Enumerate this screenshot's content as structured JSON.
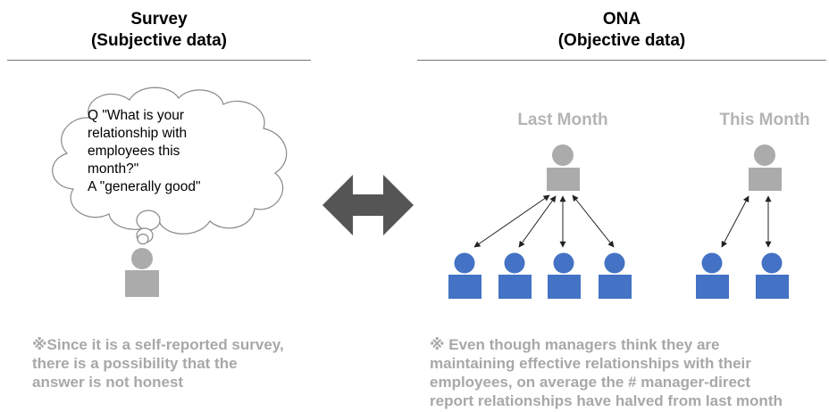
{
  "left": {
    "title": "Survey",
    "subtitle": "(Subjective data)",
    "bubble_lines": [
      "Q \"What is your",
      "relationship with",
      "employees this",
      "month?\"",
      "A \"generally good\""
    ],
    "note_lines": [
      "※Since it is a self-reported survey,",
      "there is a possibility that the",
      "answer is not honest"
    ]
  },
  "right": {
    "title": "ONA",
    "subtitle": "(Objective data)",
    "last_month_label": "Last Month",
    "this_month_label": "This Month",
    "note_lines": [
      "※  Even though managers think they are",
      "maintaining effective relationships with their",
      "employees, on average the # manager-direct",
      "report relationships have halved from last month"
    ]
  },
  "colors": {
    "manager": "#ababab",
    "employee": "#4472c4",
    "double_arrow": "#555555",
    "note_text": "#a8a8a8"
  }
}
